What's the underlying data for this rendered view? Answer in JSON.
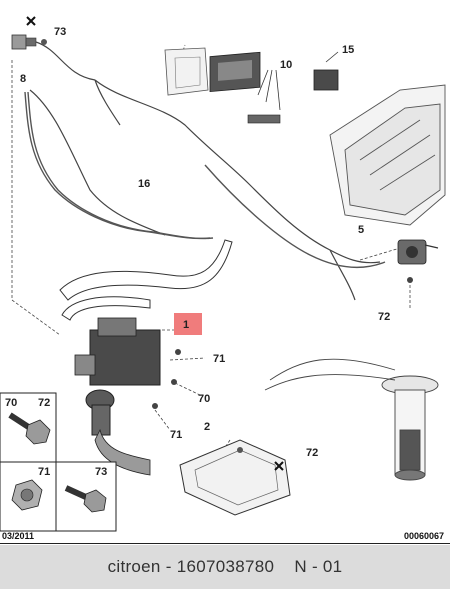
{
  "callouts": {
    "c1": "1",
    "c2": "2",
    "c5": "5",
    "c8": "8",
    "c10": "10",
    "c15": "15",
    "c16": "16",
    "c70": "70",
    "c71a": "71",
    "c71b": "71",
    "c72a": "72",
    "c72b": "72",
    "c73": "73"
  },
  "legend": {
    "cell_tl": {
      "label_a": "70",
      "label_b": "72"
    },
    "cell_bl": {
      "label": "71"
    },
    "cell_br": {
      "label": "73"
    }
  },
  "footer": {
    "date_code": "03/2011",
    "doc_code": "00060067"
  },
  "caption": {
    "brand": "citroen",
    "sep1": " - ",
    "part_number": "1607038780",
    "spacer": "    ",
    "variant": "N - 01"
  },
  "colors": {
    "highlight": "#f07c7c",
    "line": "#333333",
    "part_dark": "#4a4a4a",
    "part_light": "#e6e6e6",
    "caption_bg": "#dcdcdc"
  }
}
